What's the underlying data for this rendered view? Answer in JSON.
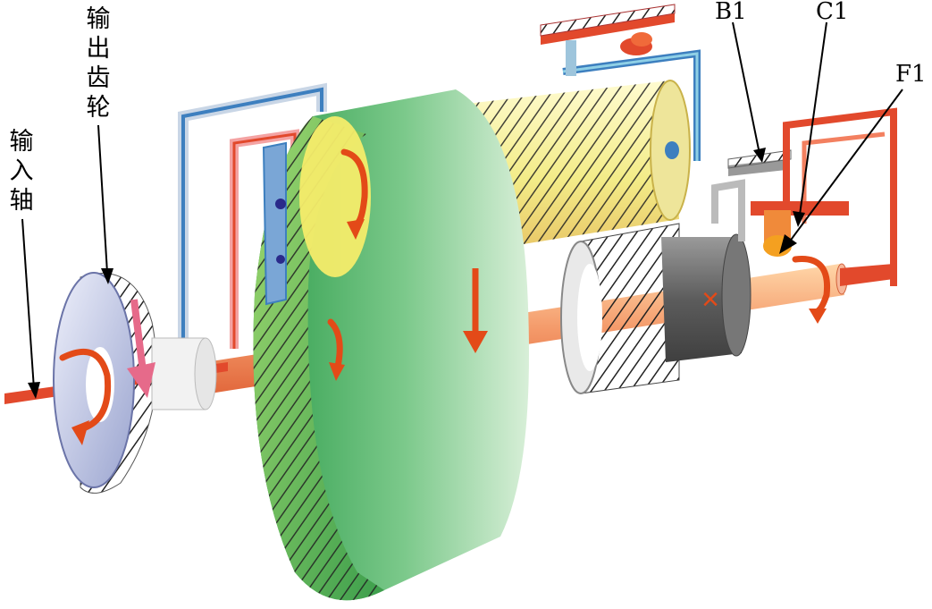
{
  "labels": {
    "output_gear": [
      "输",
      "出",
      "齿",
      "轮"
    ],
    "input_shaft": [
      "输",
      "入",
      "轴"
    ],
    "b1": "B1",
    "c1": "C1",
    "f1": "F1"
  },
  "colors": {
    "shaft": "#f08a66",
    "ring_gear": "#3fae5a",
    "planet_yellow": "#f2ef7a",
    "hatch": "#222222",
    "arrow": "#e34a18",
    "housing_blue": "#3d7fbf",
    "brake_red": "#e2492c",
    "carrier_gray": "#6c6c6c",
    "output_gear_face": "#c8cfe9"
  }
}
